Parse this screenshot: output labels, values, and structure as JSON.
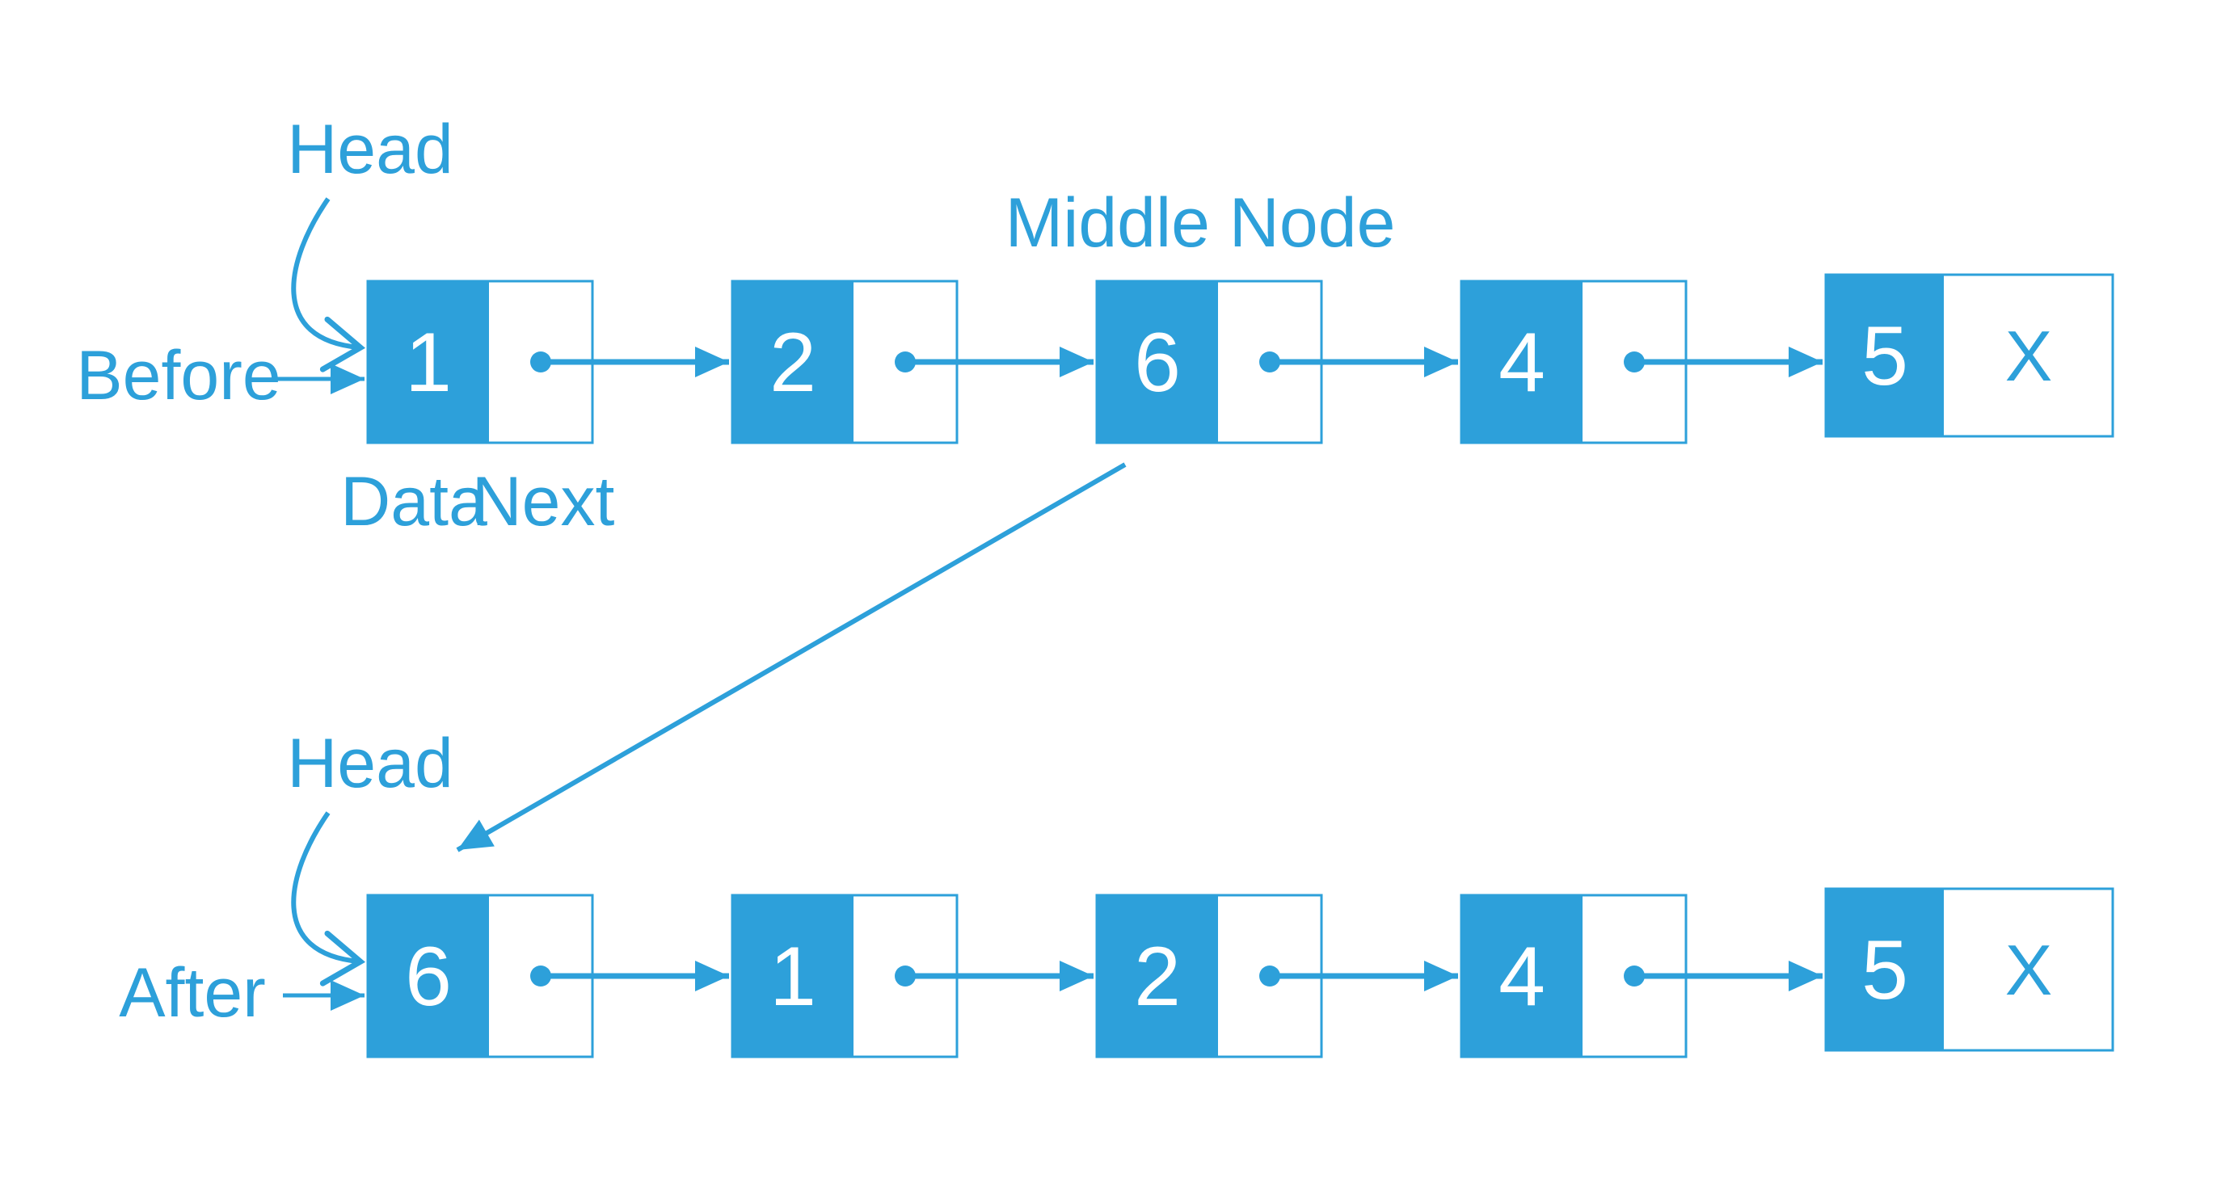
{
  "diagram_type": "singly-linked-list-move-middle-node-to-head",
  "colors": {
    "accent": "#2da0da",
    "node_value_text": "#ffffff",
    "background": "#ffffff"
  },
  "before": {
    "section_label": "Before",
    "head_label": "Head",
    "middle_node_label": "Middle Node",
    "data_label": "Data",
    "next_label": "Next",
    "nodes": [
      "1",
      "2",
      "6",
      "4",
      "5"
    ],
    "null_marker": "X"
  },
  "after": {
    "section_label": "After",
    "head_label": "Head",
    "nodes": [
      "6",
      "1",
      "2",
      "4",
      "5"
    ],
    "null_marker": "X"
  }
}
